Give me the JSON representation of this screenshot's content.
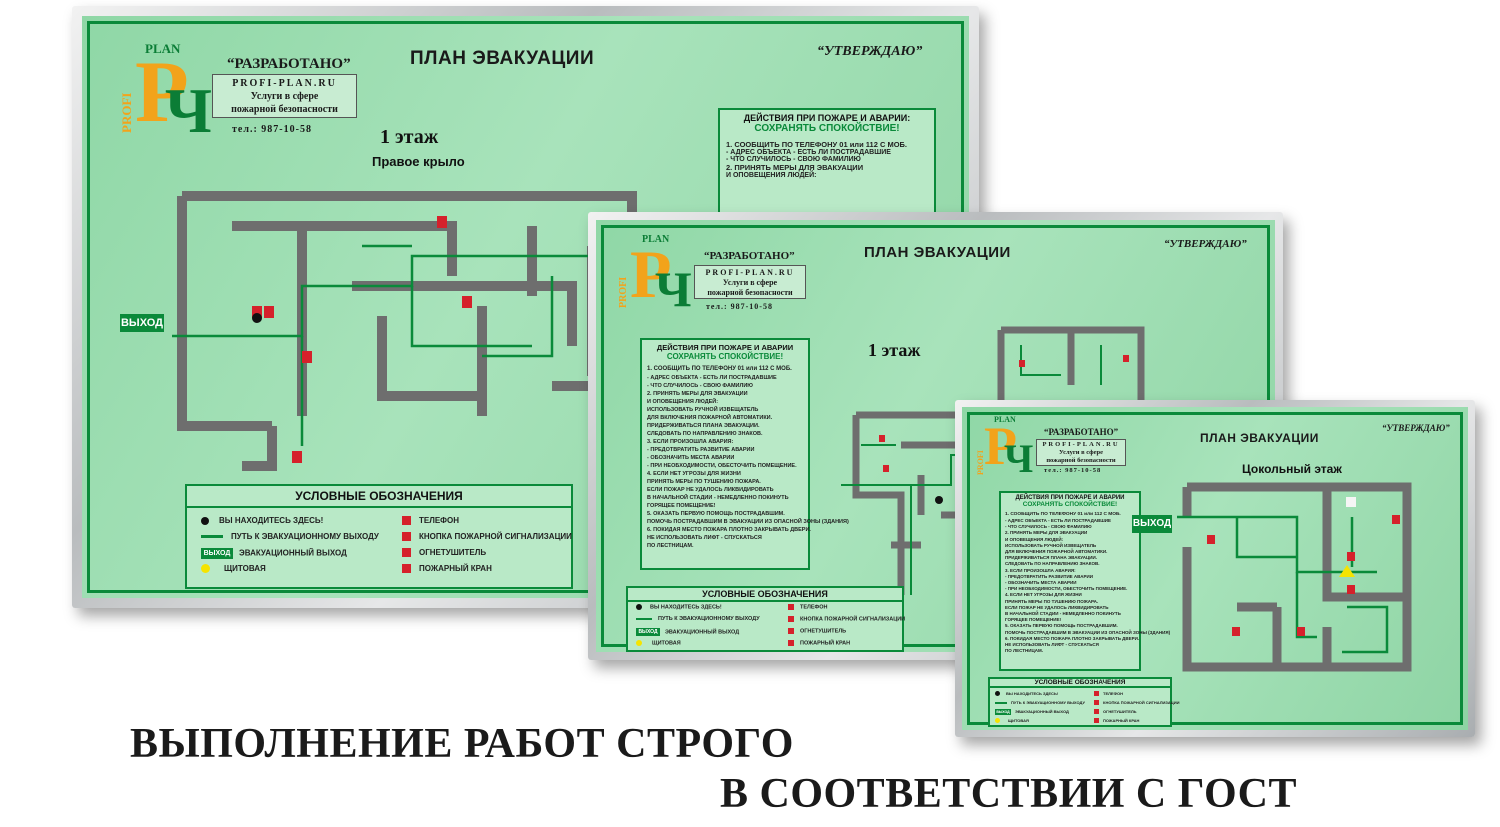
{
  "plate_common": {
    "developed": "“РАЗРАБОТАНО”",
    "site": "PROFI-PLAN.RU",
    "services_1": "Услуги в сфере",
    "services_2": "пожарной безопасности",
    "phone": "тел.: 987-10-58",
    "title": "ПЛАН ЭВАКУАЦИИ",
    "approve": "“УТВЕРЖДАЮ”",
    "logo_plan": "PLAN",
    "logo_profi": "PROFI",
    "exit_label": "ВЫХОД"
  },
  "plate_large": {
    "floor": "1 этаж",
    "subtitle": "Правое крыло"
  },
  "plate_medium": {
    "floor": "1 этаж"
  },
  "plate_small": {
    "subtitle": "Цокольный этаж"
  },
  "actions": {
    "header": "ДЕЙСТВИЯ ПРИ ПОЖАРЕ И АВАРИИ:",
    "header_short": "ДЕЙСТВИЯ ПРИ ПОЖАРЕ И АВАРИИ",
    "calm": "СОХРАНЯТЬ СПОКОЙСТВИЕ!",
    "l1": "1. СООБЩИТЬ ПО ТЕЛЕФОНУ 01 или 112 С МОБ.",
    "l2": "- АДРЕС ОБЪЕКТА - ЕСТЬ ЛИ ПОСТРАДАВШИЕ",
    "l3": "- ЧТО СЛУЧИЛОСЬ - СВОЮ ФАМИЛИЮ",
    "l4": "2. ПРИНЯТЬ МЕРЫ ДЛЯ ЭВАКУАЦИИ",
    "l5": "И ОПОВЕЩЕНИЯ ЛЮДЕЙ:",
    "l6": "ИСПОЛЬЗОВАТЬ РУЧНОЙ ИЗВЕЩАТЕЛЬ",
    "l7": "ДЛЯ ВКЛЮЧЕНИЯ ПОЖАРНОЙ АВТОМАТИКИ.",
    "l8": "ПРИДЕРЖИВАТЬСЯ ПЛАНА ЭВАКУАЦИИ.",
    "l9": "СЛЕДОВАТЬ ПО НАПРАВЛЕНИЮ ЗНАКОВ.",
    "l10": "3. ЕСЛИ ПРОИЗОШЛА АВАРИЯ:",
    "l11": "- ПРЕДОТВРАТИТЬ РАЗВИТИЕ АВАРИИ",
    "l12": "- ОБОЗНАЧИТЬ МЕСТА АВАРИИ",
    "l13": "- ПРИ НЕОБХОДИМОСТИ, ОБЕСТОЧИТЬ ПОМЕЩЕНИЕ.",
    "l14": "4. ЕСЛИ НЕТ УГРОЗЫ ДЛЯ ЖИЗНИ",
    "l15": "ПРИНЯТЬ МЕРЫ ПО ТУШЕНИЮ ПОЖАРА.",
    "l16": "ЕСЛИ ПОЖАР НЕ УДАЛОСЬ ЛИКВИДИРОВАТЬ",
    "l17": "В НАЧАЛЬНОЙ СТАДИИ - НЕМЕДЛЕННО ПОКИНУТЬ",
    "l18": "ГОРЯЩЕЕ ПОМЕЩЕНИЕ!",
    "l19": "5. ОКАЗАТЬ ПЕРВУЮ ПОМОЩЬ ПОСТРАДАВШИМ.",
    "l20": "ПОМОЧЬ ПОСТРАДАВШИМ В ЭВАКУАЦИИ ИЗ ОПАСНОЙ ЗОНЫ (ЗДАНИЯ)",
    "l21": "6. ПОКИДАЯ МЕСТО ПОЖАРА ПЛОТНО ЗАКРЫВАТЬ ДВЕРИ.",
    "l22": "НЕ ИСПОЛЬЗОВАТЬ ЛИФТ - СПУСКАТЬСЯ",
    "l23": "ПО ЛЕСТНИЦАМ."
  },
  "legend": {
    "header": "УСЛОВНЫЕ ОБОЗНАЧЕНИЯ",
    "you_are_here": "ВЫ НАХОДИТЕСЬ ЗДЕСЬ!",
    "path": "ПУТЬ К ЭВАКУАЦИОННОМУ ВЫХОДУ",
    "exit": "ЭВАКУАЦИОННЫЙ ВЫХОД",
    "panel": "ЩИТОВАЯ",
    "phone": "ТЕЛЕФОН",
    "alarm": "КНОПКА ПОЖАРНОЙ СИГНАЛИЗАЦИИ",
    "extinguisher": "ОГНЕТУШИТЕЛЬ",
    "hydrant": "ПОЖАРНЫЙ КРАН",
    "exit_short": "ВЫХОД"
  },
  "caption": {
    "line1": "ВЫПОЛНЕНИЕ РАБОТ СТРОГО",
    "line2": "В СООТВЕТСТВИИ С ГОСТ"
  },
  "colors": {
    "plate_green": "#a8e3bb",
    "border_green": "#0a8a3a",
    "logo_orange": "#f2a31b",
    "wall_grey": "#6e6e6e",
    "alert_red": "#d5212b"
  }
}
